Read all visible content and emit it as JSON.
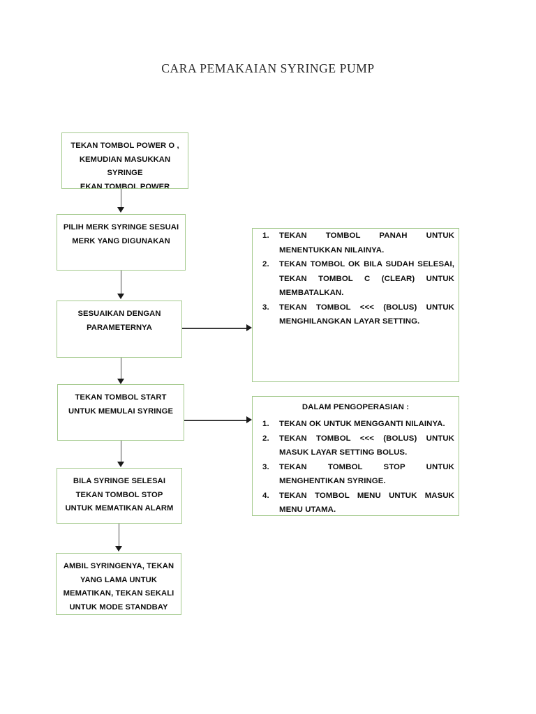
{
  "document": {
    "title": "CARA PEMAKAIAN SYRINGE PUMP"
  },
  "colors": {
    "box_border": "#a3c98c",
    "text": "#0d0d0d",
    "connector": "#3a3a3a",
    "background": "#ffffff"
  },
  "flow": {
    "steps": [
      {
        "id": "step-power-on",
        "text": "TEKAN TOMBOL POWER O ,\nKEMUDIAN MASUKKAN\nSYRINGE",
        "overflow_text": "EKAN TOMBOL POWER"
      },
      {
        "id": "step-pilih-merk",
        "text": "PILIH MERK SYRINGE SESUAI\nMERK YANG DIGUNAKAN",
        "overflow_text": ""
      },
      {
        "id": "step-sesuaikan-parameter",
        "text": "SESUAIKAN DENGAN\nPARAMETERNYA",
        "overflow_text": ""
      },
      {
        "id": "step-tekan-start",
        "text": "TEKAN TOMBOL START\nUNTUK MEMULAI SYRINGE",
        "overflow_text": ""
      },
      {
        "id": "step-selesai-stop",
        "text": "BILA SYRINGE SELESAI\nTEKAN TOMBOL STOP\nUNTUK MEMATIKAN ALARM",
        "overflow_text": ""
      },
      {
        "id": "step-ambil-syringe",
        "text": "AMBIL SYRINGENYA, TEKAN\nYANG LAMA UNTUK\nMEMATIKAN, TEKAN SEKALI\nUNTUK MODE STANDBAY",
        "overflow_text": ""
      }
    ]
  },
  "notes": {
    "panel_setting": {
      "heading": "",
      "items": [
        "TEKAN TOMBOL PANAH UNTUK MENENTUKKAN NILAINYA.",
        "TEKAN TOMBOL OK BILA SUDAH SELESAI, TEKAN TOMBOL C (CLEAR) UNTUK MEMBATALKAN.",
        "TEKAN TOMBOL <<< (BOLUS) UNTUK MENGHILANGKAN LAYAR SETTING."
      ]
    },
    "panel_pengoperasian": {
      "heading": "DALAM PENGOPERASIAN :",
      "items": [
        "TEKAN OK UNTUK MENGGANTI NILAINYA.",
        "TEKAN TOMBOL <<< (BOLUS) UNTUK MASUK LAYAR SETTING BOLUS.",
        "TEKAN TOMBOL STOP UNTUK MENGHENTIKAN SYRINGE.",
        "TEKAN TOMBOL MENU UNTUK MASUK MENU UTAMA."
      ]
    }
  }
}
